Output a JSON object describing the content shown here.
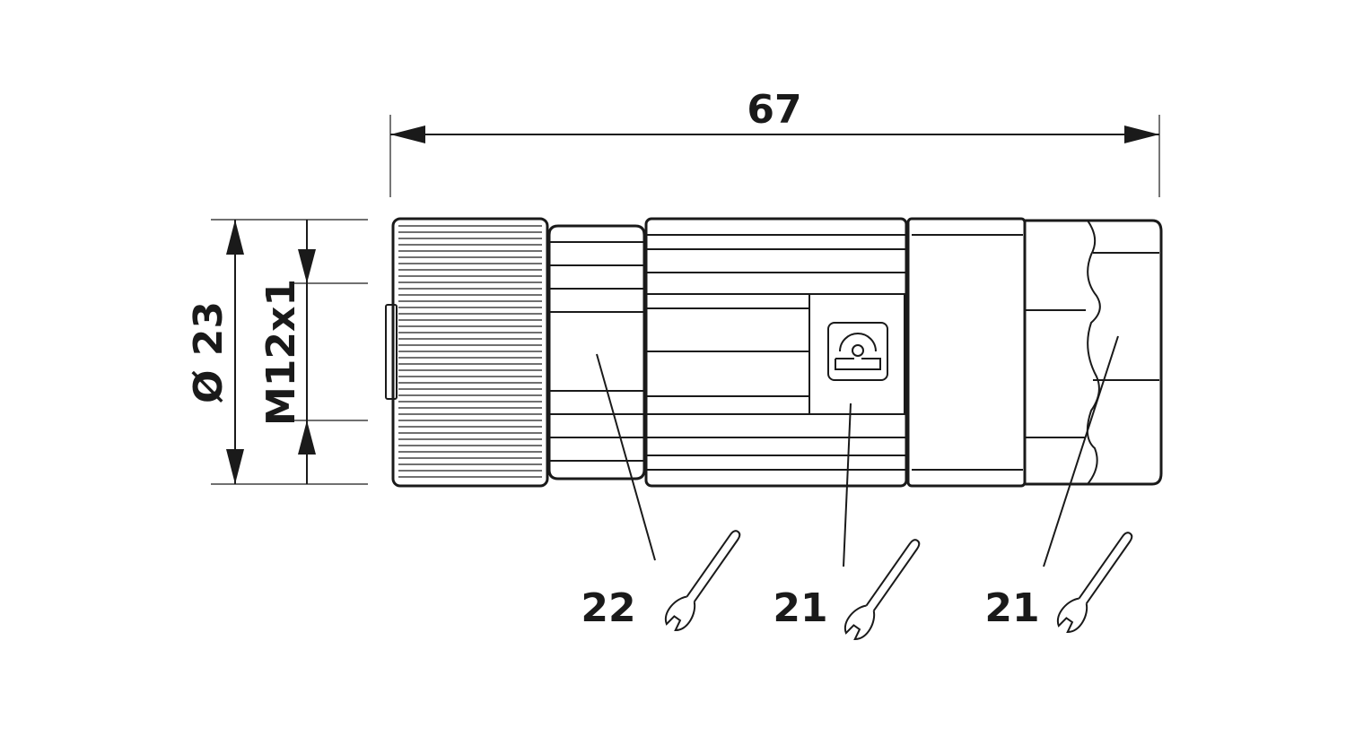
{
  "dimensions": {
    "overall_length": "67",
    "outer_diameter": "Ø 23",
    "thread": "M12x1"
  },
  "callouts": [
    {
      "label": "22",
      "icon": "wrench-icon"
    },
    {
      "label": "21",
      "icon": "wrench-icon"
    },
    {
      "label": "21",
      "icon": "wrench-icon"
    }
  ],
  "colors": {
    "line": "#1a1a1a",
    "background": "#ffffff"
  }
}
